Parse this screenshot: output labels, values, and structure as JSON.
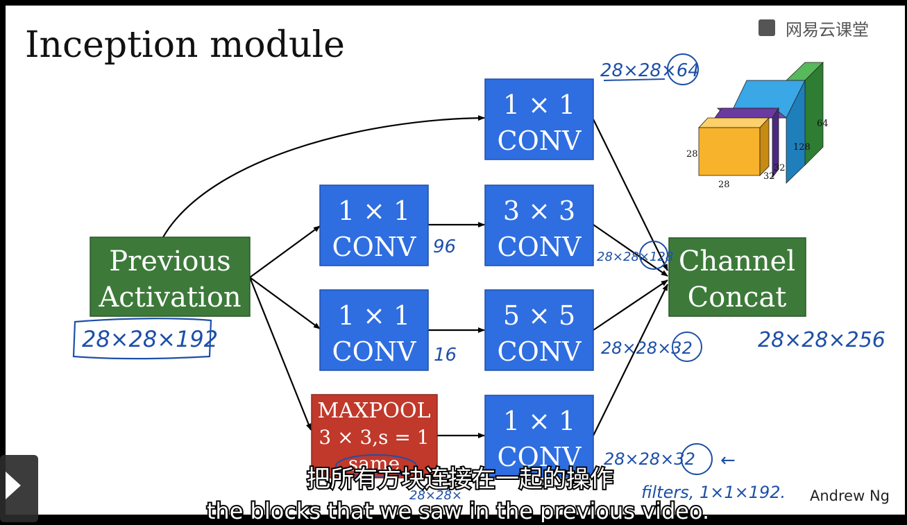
{
  "slide": {
    "title": "Inception module",
    "watermark": "网易云课堂",
    "author": "Andrew Ng"
  },
  "blocks": {
    "previous_activation": [
      "Previous",
      "Activation"
    ],
    "conv_1x1_top": [
      "1 × 1",
      "CONV"
    ],
    "conv_1x1_a": [
      "1 × 1",
      "CONV"
    ],
    "conv_3x3": [
      "3 × 3",
      "CONV"
    ],
    "conv_1x1_b": [
      "1 × 1",
      "CONV"
    ],
    "conv_5x5": [
      "5 × 5",
      "CONV"
    ],
    "maxpool": [
      "MAXPOOL",
      "3 × 3,s = 1",
      "same"
    ],
    "conv_1x1_pool": [
      "1 × 1",
      "CONV"
    ],
    "channel_concat": [
      "Channel",
      "Concat"
    ]
  },
  "annotations": {
    "input_shape": "28×28×192",
    "top_output": "28×28×64",
    "channels_96": "96",
    "conv3_output": "28×28×128",
    "channels_16": "16",
    "conv5_output": "28×28×32",
    "concat_output": "28×28×256",
    "pool_output": "28×28×32",
    "pool_arrow": "←",
    "pool_filters": "filters, 1×1×192.",
    "pool_partial": "28×28×"
  },
  "cube": {
    "dim_height": "28",
    "dim_width": "28",
    "dim_depth_32a": "32",
    "dim_depth_32b": "32",
    "dim_depth_128": "128",
    "dim_depth_64": "64"
  },
  "subtitles": {
    "chinese": "把所有方块连接在一起的操作",
    "english": "the blocks that we saw in the previous video."
  },
  "colors": {
    "conv_blue": "#2f6ee0",
    "prev_green": "#3d7a3a",
    "maxpool_red": "#c0392b",
    "annotation_blue": "#1d4fa8",
    "cube_yellow": "#f7b32b",
    "cube_purple": "#5b2f8c",
    "cube_lightblue": "#3aa7e6",
    "cube_green": "#3f9a43"
  }
}
